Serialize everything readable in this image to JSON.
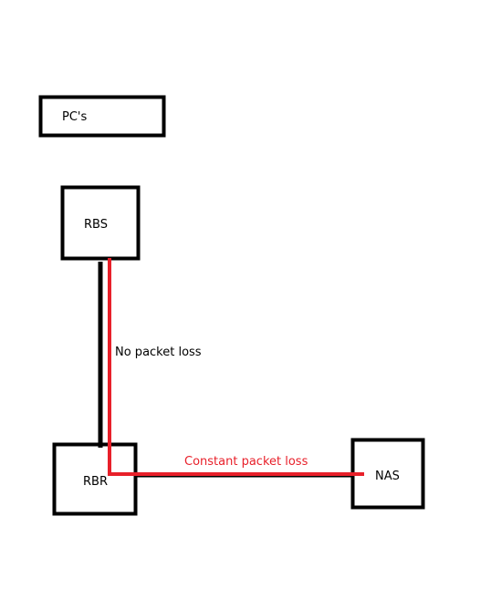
{
  "nodes": {
    "pcs": {
      "label": "PC's"
    },
    "rbs": {
      "label": "RBS"
    },
    "rbr": {
      "label": "RBR"
    },
    "nas": {
      "label": "NAS"
    }
  },
  "links": {
    "rbs_rbr_wired": {
      "label": "No packet loss",
      "color": "#000000"
    },
    "rbs_nas_path": {
      "label": "Constant packet loss",
      "color": "#e8202a"
    }
  }
}
